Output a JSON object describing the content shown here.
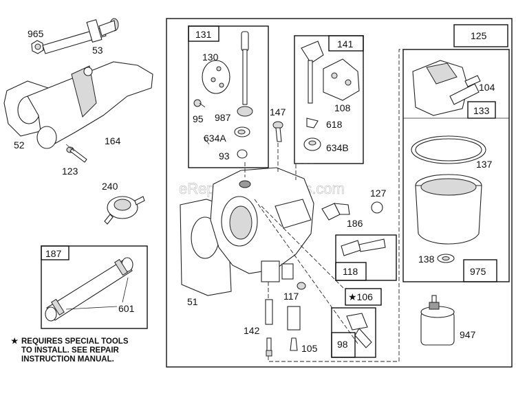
{
  "watermark": "eReplacementParts.com",
  "note": {
    "star": "★",
    "lines": [
      "REQUIRES SPECIAL TOOLS",
      "TO INSTALL.  SEE REPAIR",
      "INSTRUCTION MANUAL."
    ]
  },
  "boxes": {
    "b131": "131",
    "b141": "141",
    "b125": "125",
    "b133": "133",
    "b975": "975",
    "b187": "187",
    "b118": "118",
    "b106": "★106",
    "b98": "98"
  },
  "parts": {
    "p965": "965",
    "p53": "53",
    "p52": "52",
    "p164": "164",
    "p123": "123",
    "p240": "240",
    "p601": "601",
    "p51": "51",
    "p130": "130",
    "p95": "95",
    "p987": "987",
    "p634A": "634A",
    "p93": "93",
    "p147": "147",
    "p108": "108",
    "p618": "618",
    "p634B": "634B",
    "p127": "127",
    "p186": "186",
    "p117": "117",
    "p142": "142",
    "p105": "105",
    "p104": "104",
    "p137": "137",
    "p138": "138",
    "p947": "947"
  }
}
